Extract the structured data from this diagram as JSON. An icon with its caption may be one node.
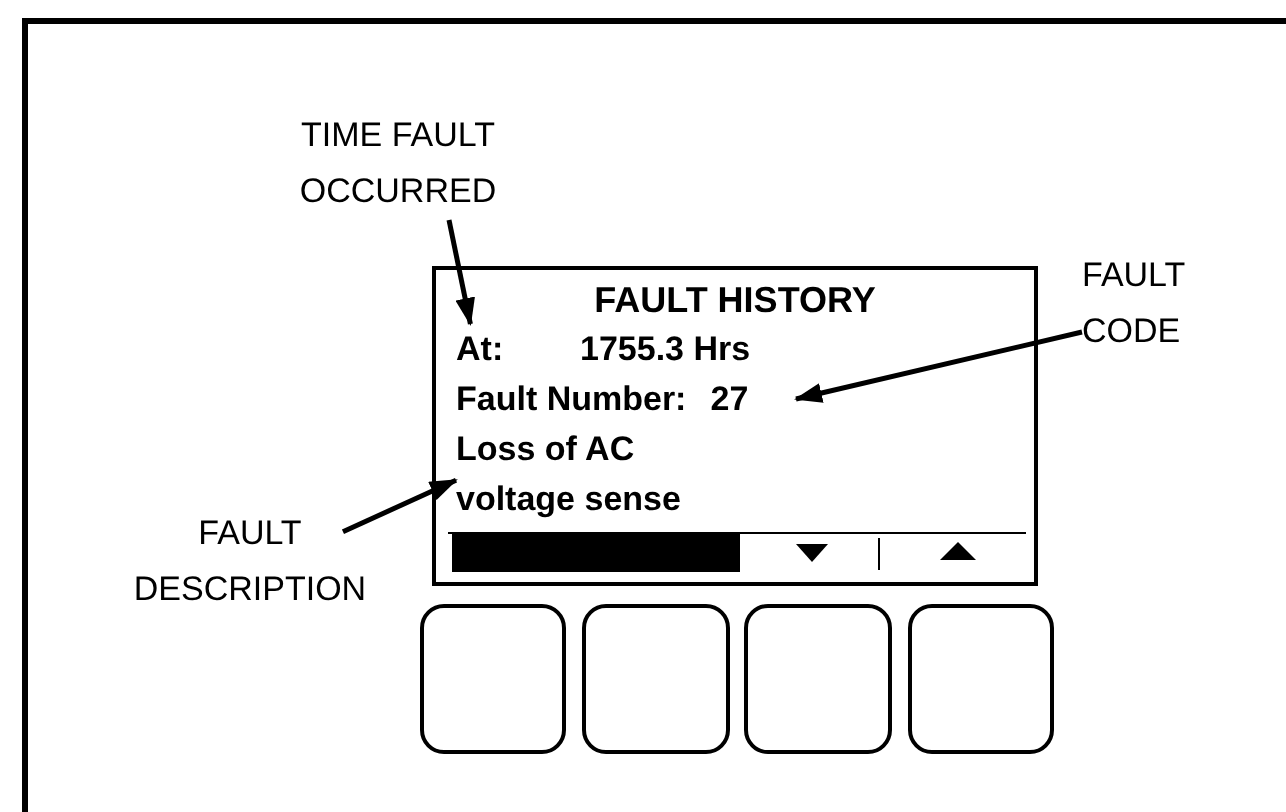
{
  "diagram": {
    "nodes": [
      {
        "text": [
          "TIME FAULT OCCURRED"
        ]
      },
      {
        "text": [
          "FAULT CODE"
        ]
      },
      {
        "text": [
          "FAULT DESCRIPTION"
        ]
      },
      {
        "text": [
          "FAULT HISTORY"
        ]
      },
      {
        "text": [
          "At:",
          "1755.3 Hrs"
        ],
        "in": 3
      },
      {
        "text": [
          "Fault Number:",
          "27"
        ],
        "in": 3
      },
      {
        "text": [
          "Loss of AC voltage sense"
        ],
        "in": 3
      },
      {
        "text": [],
        "shape": "box"
      },
      {
        "text": [],
        "shape": "box"
      },
      {
        "text": [],
        "shape": "box"
      },
      {
        "text": [],
        "shape": "box"
      }
    ],
    "edges": [
      {
        "from": 0,
        "to": 4,
        "arrow": "to"
      },
      {
        "from": 1,
        "to": 5,
        "arrow": "to"
      },
      {
        "from": 2,
        "to": 6,
        "arrow": "to"
      }
    ]
  }
}
